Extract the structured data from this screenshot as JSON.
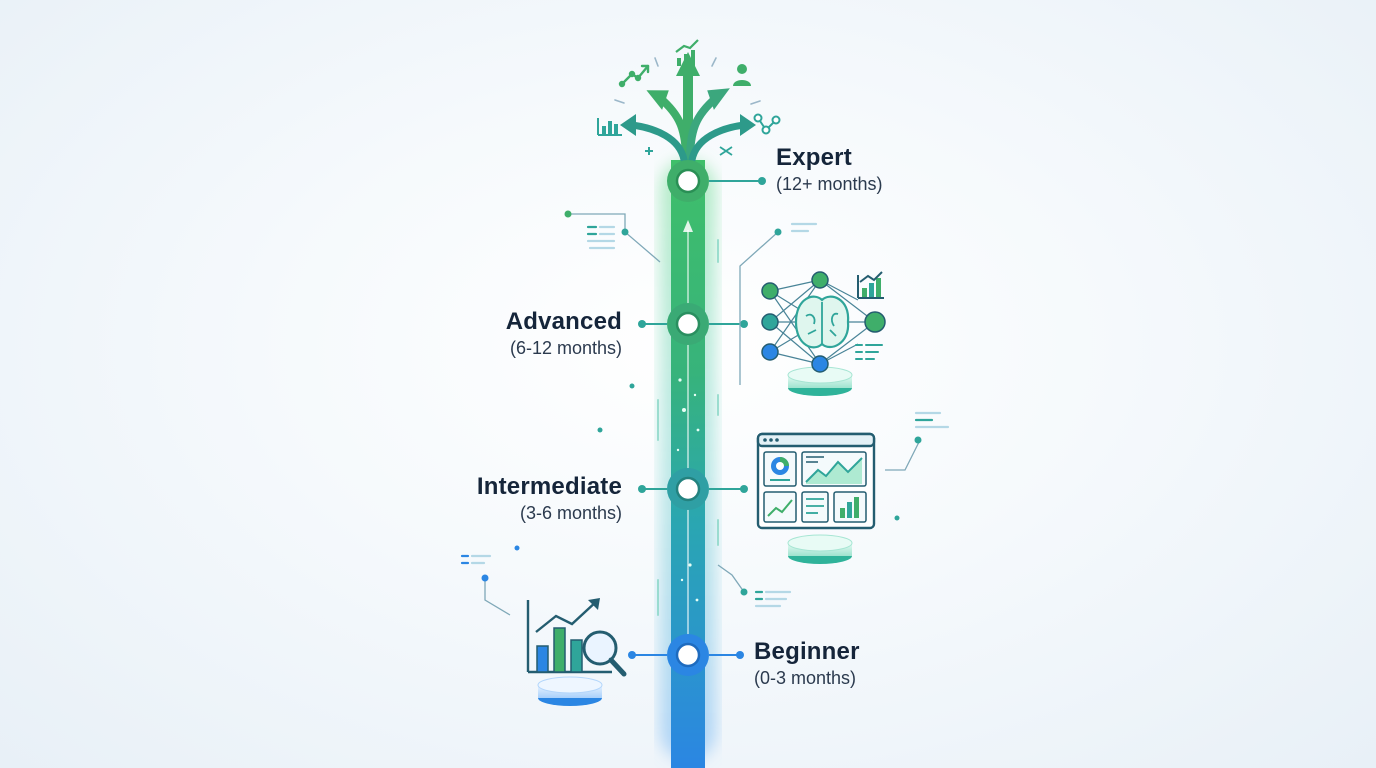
{
  "stages": [
    {
      "id": "expert",
      "name": "Expert",
      "duration": "(12+ months)"
    },
    {
      "id": "advanced",
      "name": "Advanced",
      "duration": "(6-12 months)"
    },
    {
      "id": "intermediate",
      "name": "Intermediate",
      "duration": "(3-6 months)"
    },
    {
      "id": "beginner",
      "name": "Beginner",
      "duration": "(0-3 months)"
    }
  ],
  "icons": {
    "beginner": "bar-chart-magnifier-icon",
    "intermediate": "dashboard-icon",
    "advanced": "neural-network-brain-icon",
    "expert": "branching-arrows-icon"
  },
  "colors": {
    "green": "#3fae6a",
    "teal": "#2fa59a",
    "blue": "#2b86e3",
    "text": "#15253a"
  }
}
